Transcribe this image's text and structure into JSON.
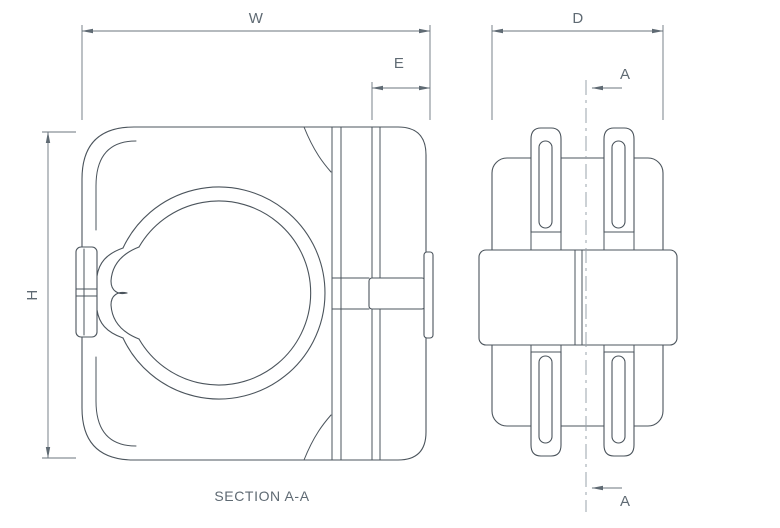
{
  "document": {
    "background": "#ffffff",
    "colors": {
      "part_line": "#4b545c",
      "dimension_line": "#6b757e",
      "center_line": "#9aa3ab",
      "label_text": "#5f6a73"
    }
  },
  "views": {
    "front": {
      "caption": "SECTION A-A"
    },
    "side": {
      "section_marker_top": "A",
      "section_marker_bottom": "A"
    }
  },
  "dimensions": {
    "overall_width": "W",
    "flange_width": "E",
    "overall_height": "H",
    "overall_depth": "D"
  }
}
